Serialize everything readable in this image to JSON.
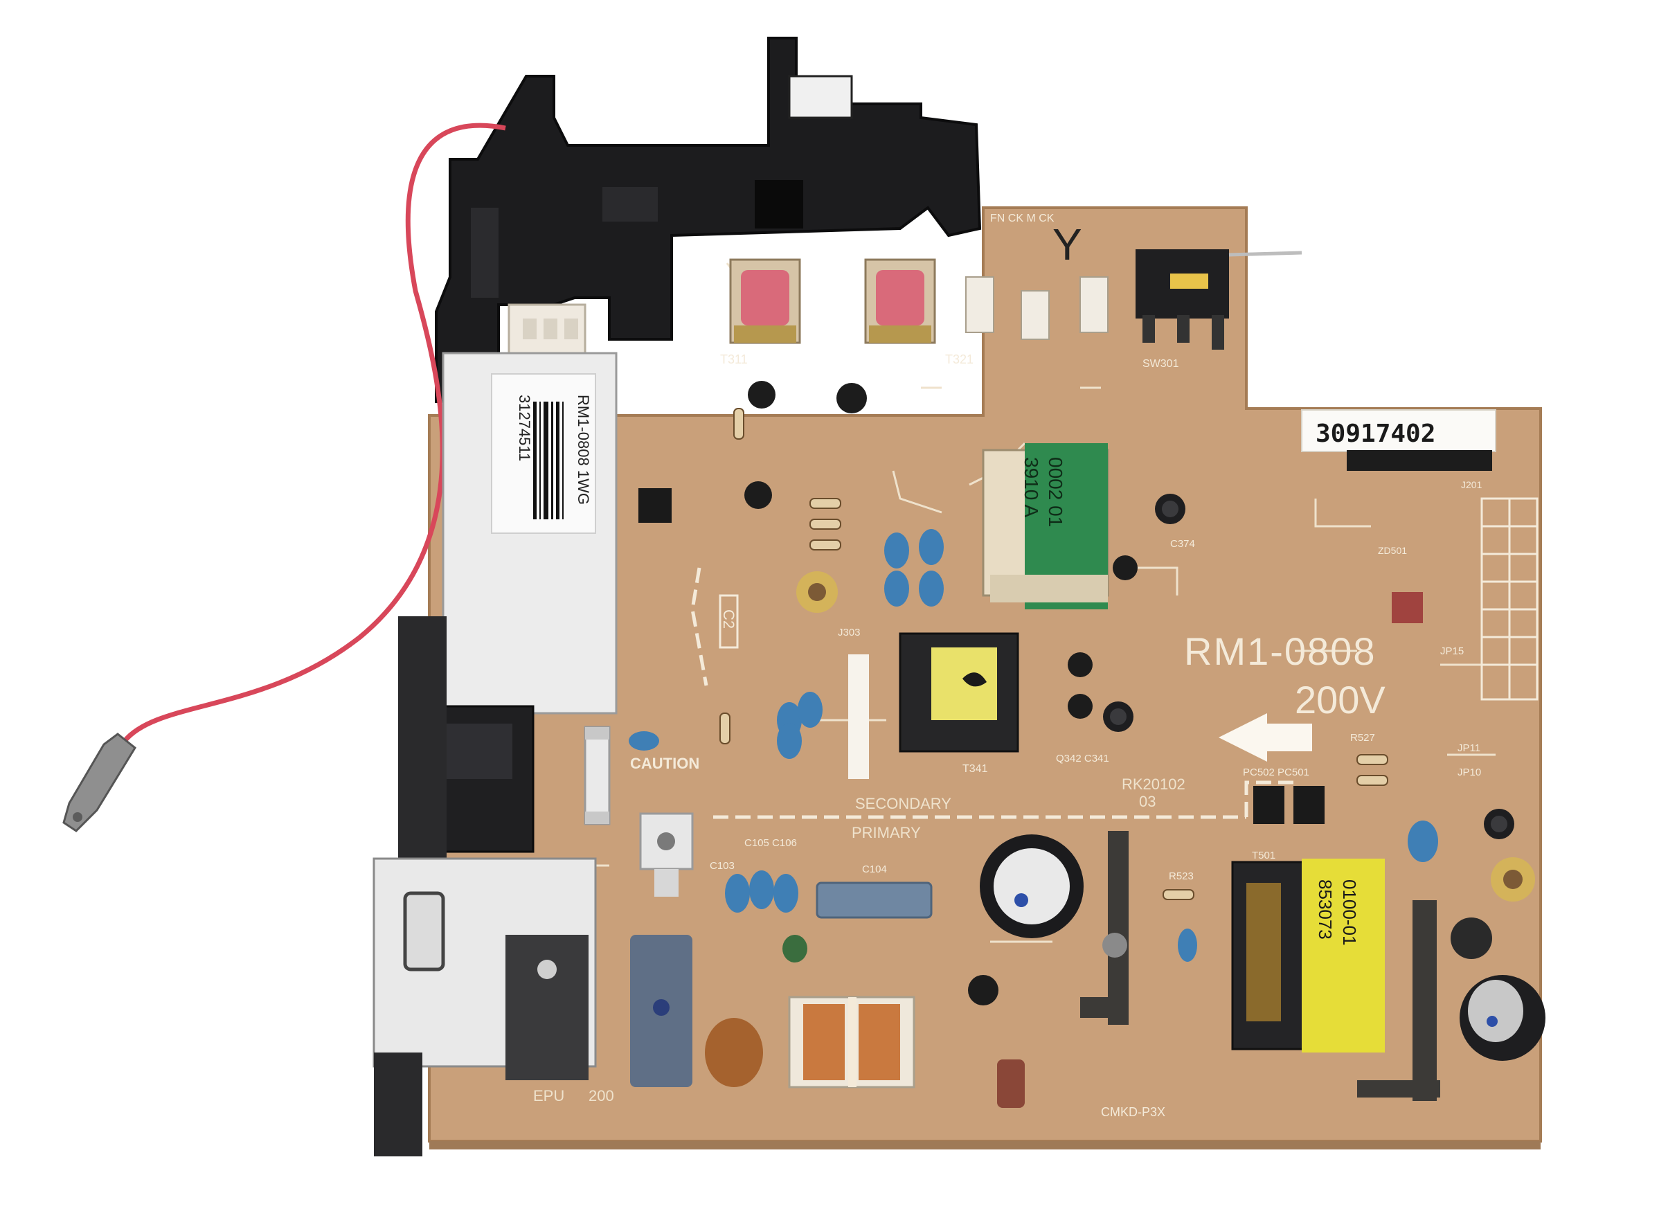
{
  "board": {
    "part_number": "RM1-0808",
    "voltage": "200V",
    "serial": "30917402",
    "revision": "RK20102",
    "revision_sub": "03",
    "zone_secondary": "SECONDARY",
    "zone_primary": "PRIMARY",
    "caution": "CAUTION",
    "cert_mark": "CMKD-P3X",
    "epu_label": "EPU",
    "epu_code": "200",
    "connector_labels": "FN  CK  M  CK",
    "label_c2": "C2",
    "marker_mark": "Y",
    "ref_t311": "T311",
    "ref_t321": "T321",
    "ref_t341": "T341",
    "ref_t501": "T501",
    "ref_c104": "C104",
    "ref_c103": "C103",
    "ref_c105": "C105 C106",
    "ref_r523": "R523",
    "ref_jp15": "JP15",
    "ref_jp11": "JP11",
    "ref_jp10": "JP10",
    "ref_pc502": "PC502 PC501",
    "ref_r527": "R527",
    "ref_sw301": "SW301",
    "ref_j201": "J201",
    "ref_zd501": "ZD501",
    "ref_c374": "C374",
    "ref_jp303": "J303",
    "ref_q342": "Q342 C341"
  },
  "module_label": {
    "line1": "RM1-0808 1WG",
    "line2": "31274511"
  },
  "transformer_green": {
    "line1": "0002 01",
    "line2": "3910 A"
  },
  "transformer_yellow": {
    "line1": "0100-01",
    "line2": "853073"
  },
  "colors": {
    "pcb": "#c9a07a",
    "pcb_dark": "#b88d66",
    "silk": "#f4ead9",
    "plastic": "#1c1c1e",
    "wire": "#d8475a",
    "cap_blue": "#3f7fb5"
  }
}
